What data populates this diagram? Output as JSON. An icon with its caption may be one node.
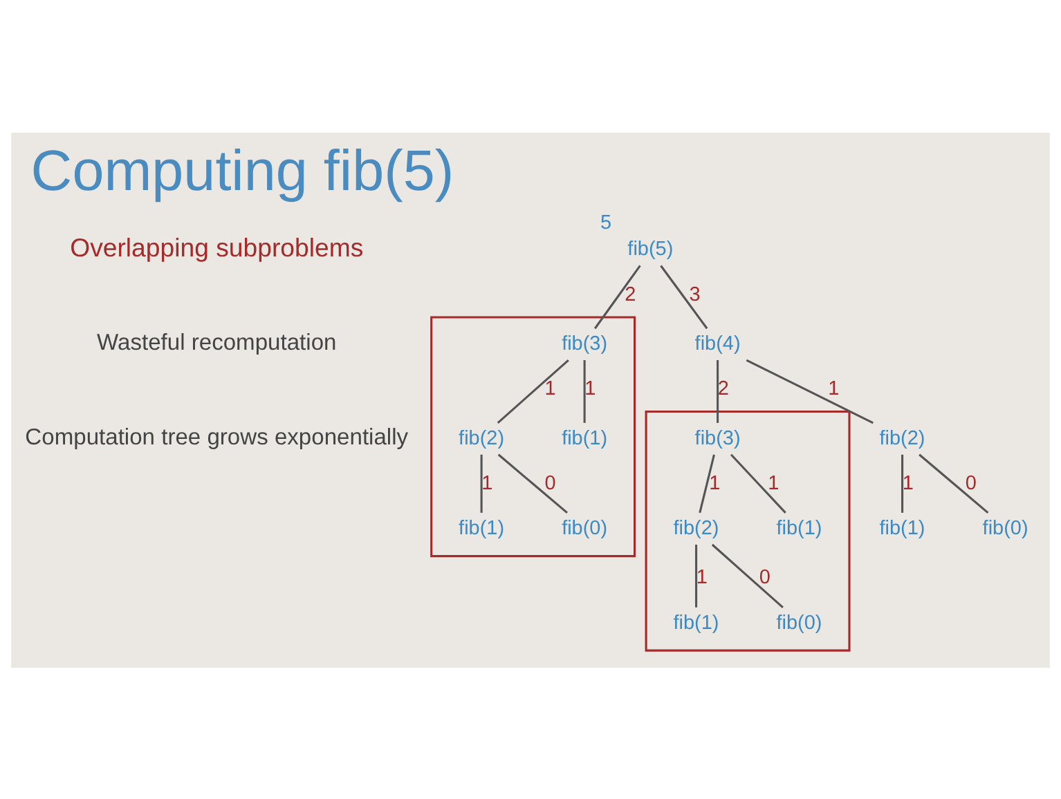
{
  "diagram": {
    "title": "Computing fib(5)",
    "nodes": [
      {
        "text": [
          "fib(5)"
        ],
        "beside": [
          "5"
        ]
      },
      {
        "text": [
          "fib(4)"
        ]
      },
      {
        "text": [],
        "shape": "polygon"
      },
      {
        "text": [
          "fib(3)"
        ],
        "in": 2
      },
      {
        "text": [
          "fib(2)"
        ],
        "in": 2
      },
      {
        "text": [
          "fib(1)"
        ],
        "in": 2
      },
      {
        "text": [
          "fib(1)"
        ],
        "in": 2
      },
      {
        "text": [
          "fib(0)"
        ],
        "in": 2
      },
      {
        "text": [
          "fib(2)"
        ]
      },
      {
        "text": [
          "fib(1)"
        ]
      },
      {
        "text": [
          "fib(0)"
        ]
      },
      {
        "text": [],
        "shape": "polygon"
      },
      {
        "text": [
          "fib(3)"
        ],
        "in": 11
      },
      {
        "text": [
          "fib(2)"
        ],
        "in": 11
      },
      {
        "text": [
          "fib(1)"
        ],
        "in": 11
      },
      {
        "text": [
          "fib(1)"
        ],
        "in": 11
      },
      {
        "text": [
          "fib(0)"
        ],
        "in": 11
      }
    ],
    "edges": [
      {
        "from": 0,
        "to": 1,
        "arrow": "none",
        "label": "3"
      },
      {
        "from": 0,
        "to": 12,
        "arrow": "none",
        "label": "2"
      },
      {
        "from": 1,
        "to": 3,
        "arrow": "none",
        "label": "2"
      },
      {
        "from": 1,
        "to": 8,
        "arrow": "none",
        "label": "1"
      },
      {
        "from": 3,
        "to": 4,
        "arrow": "none",
        "label": "1"
      },
      {
        "from": 3,
        "to": 5,
        "arrow": "none",
        "label": "1"
      },
      {
        "from": 4,
        "to": 6,
        "arrow": "none",
        "label": "1"
      },
      {
        "from": 4,
        "to": 7,
        "arrow": "none",
        "label": "0"
      },
      {
        "from": 8,
        "to": 9,
        "arrow": "none",
        "label": "1"
      },
      {
        "from": 8,
        "to": 10,
        "arrow": "none",
        "label": "0"
      },
      {
        "from": 12,
        "to": 13,
        "arrow": "none",
        "label": "1"
      },
      {
        "from": 12,
        "to": 14,
        "arrow": "none",
        "label": "1"
      },
      {
        "from": 13,
        "to": 15,
        "arrow": "none",
        "label": "1"
      },
      {
        "from": 13,
        "to": 16,
        "arrow": "none",
        "label": "0"
      }
    ],
    "labels": [
      "Overlapping subproblems",
      "Wasteful recomputation",
      "Computation tree grows exponentially"
    ]
  }
}
